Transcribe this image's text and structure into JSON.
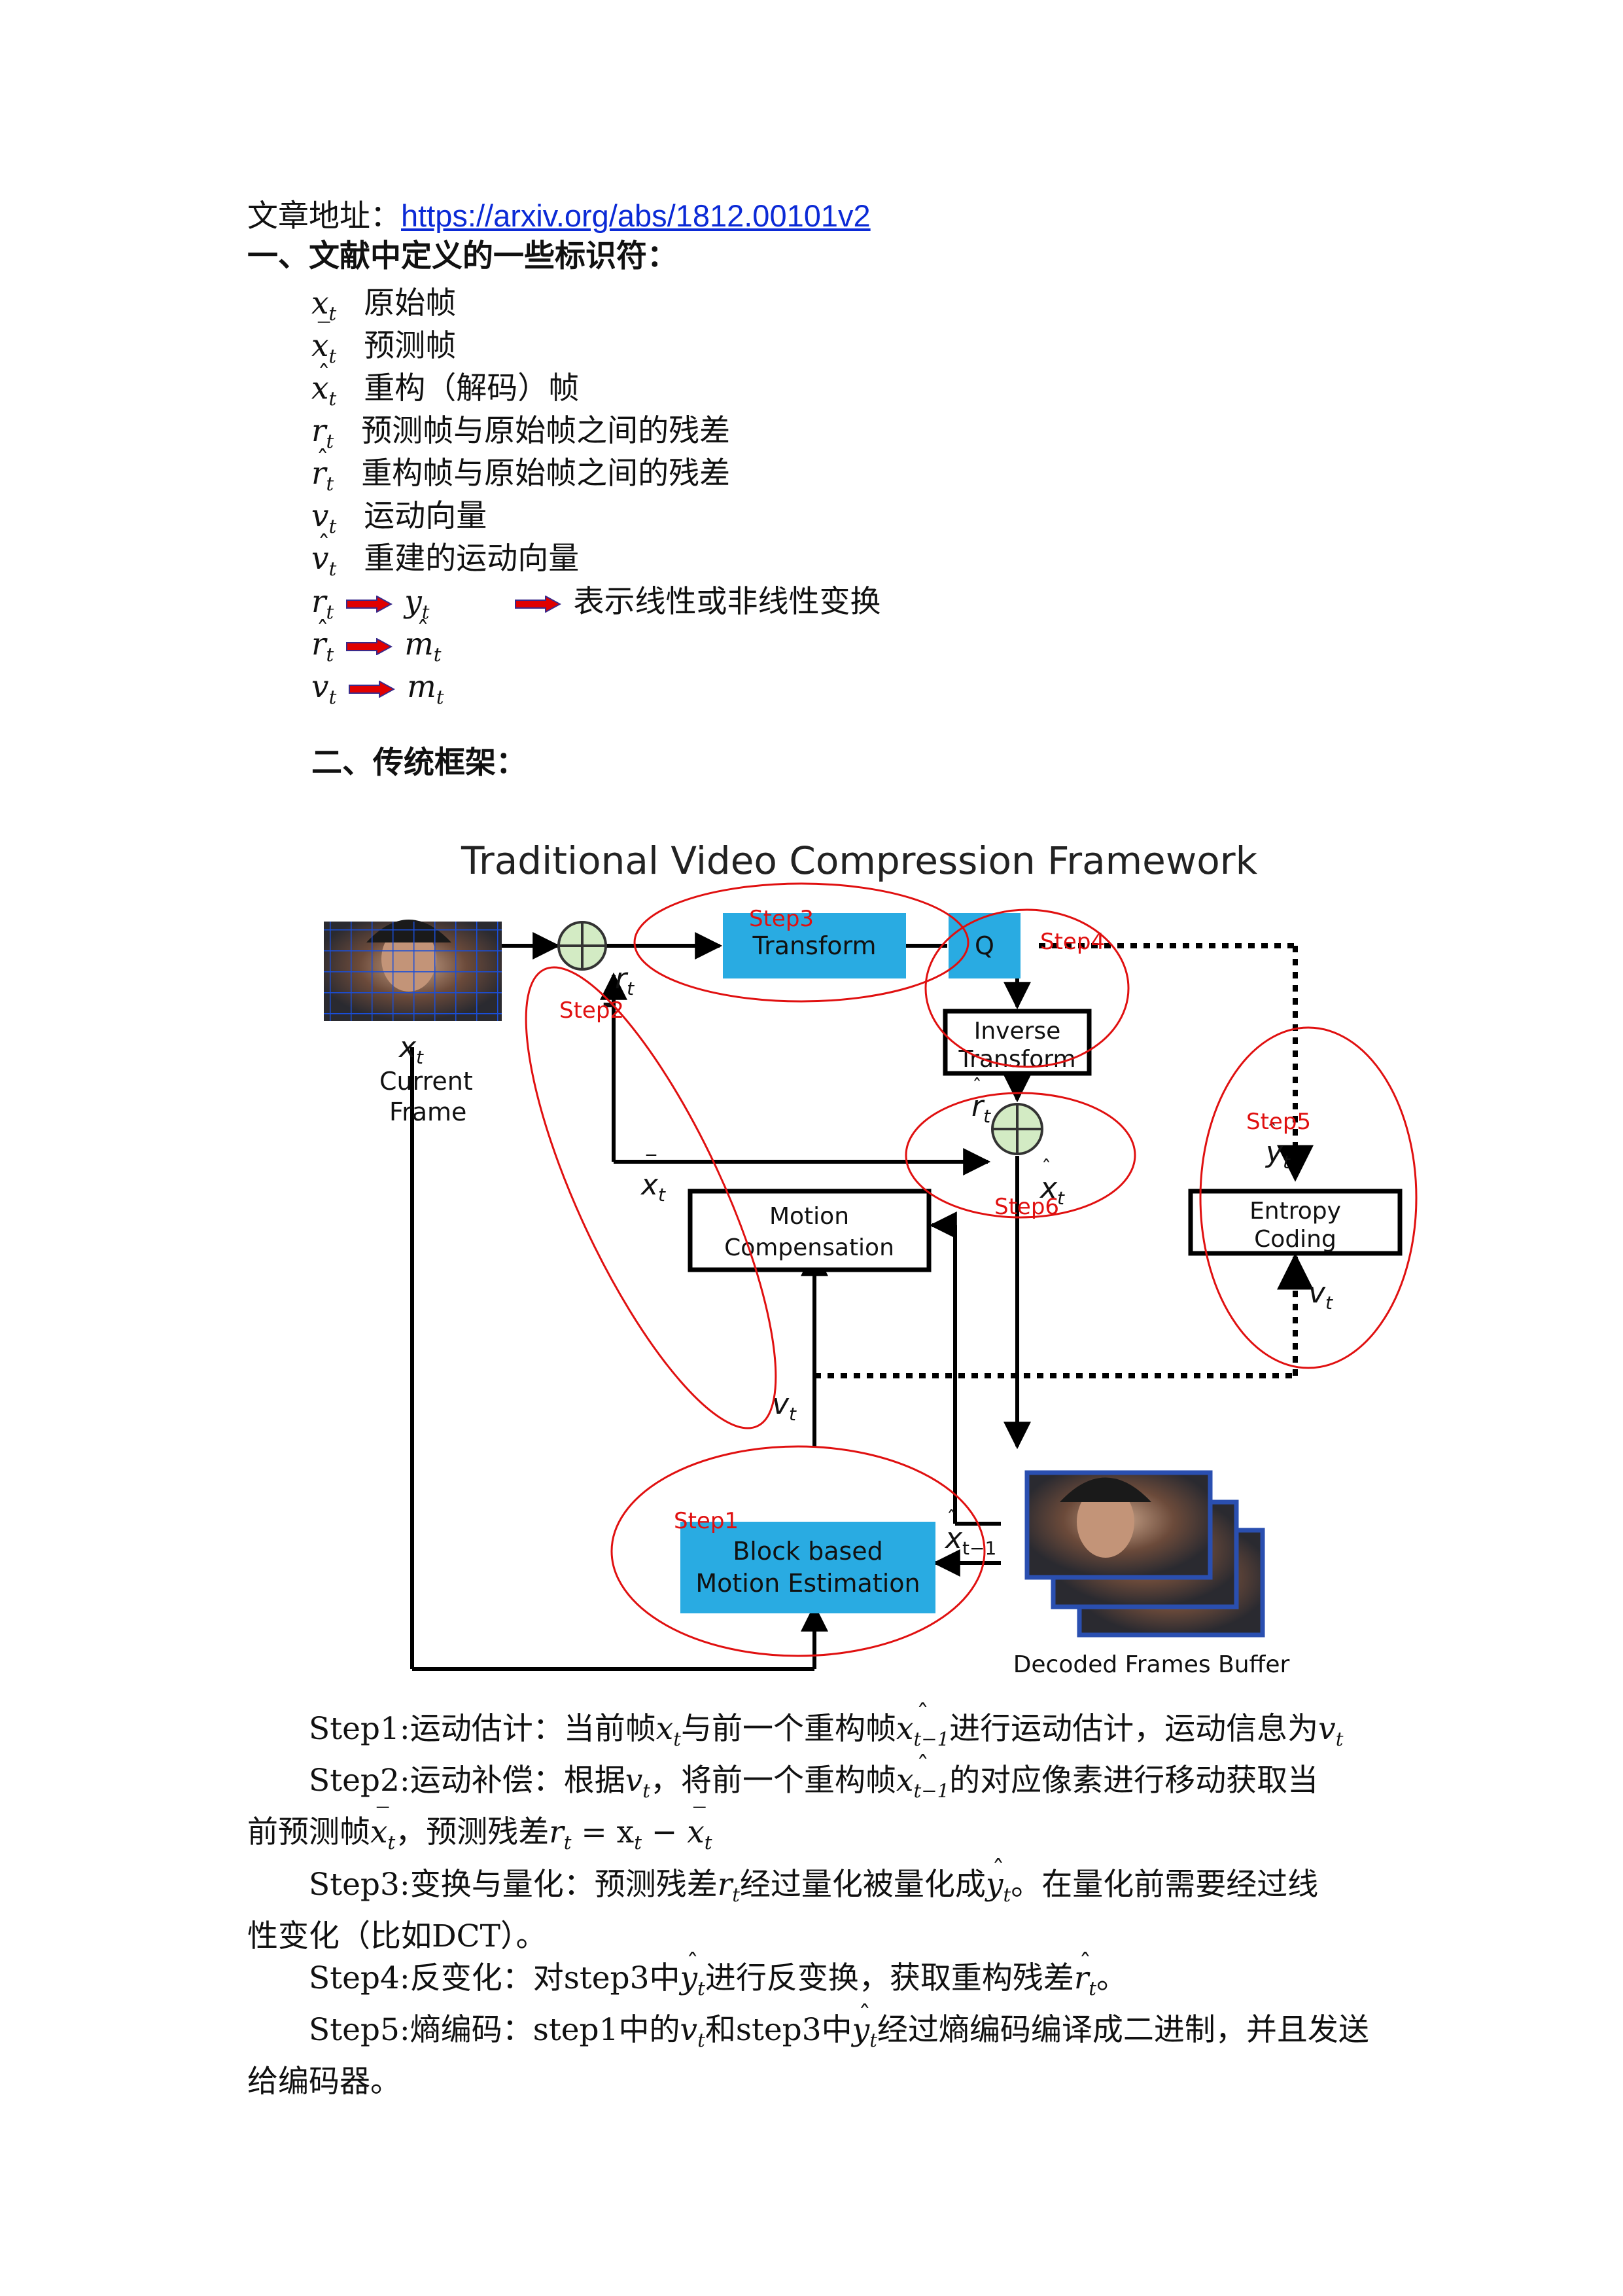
{
  "header": {
    "source_label": "文章地址：",
    "source_url": "https://arxiv.org/abs/1812.00101v2"
  },
  "section1": {
    "title": "一、文献中定义的一些标识符：",
    "symbols": [
      {
        "sym": "x",
        "sub": "t",
        "accent": "",
        "desc": "原始帧"
      },
      {
        "sym": "x",
        "sub": "t",
        "accent": "bar",
        "desc": "预测帧"
      },
      {
        "sym": "x",
        "sub": "t",
        "accent": "hat",
        "desc": "重构（解码）帧"
      },
      {
        "sym": "r",
        "sub": "t",
        "accent": "",
        "desc": "预测帧与原始帧之间的残差"
      },
      {
        "sym": "r",
        "sub": "t",
        "accent": "hat",
        "desc": "重构帧与原始帧之间的残差"
      },
      {
        "sym": "v",
        "sub": "t",
        "accent": "",
        "desc": "运动向量"
      },
      {
        "sym": "v",
        "sub": "t",
        "accent": "hat",
        "desc": "重建的运动向量"
      }
    ],
    "transforms": [
      {
        "from": "r",
        "from_accent": "",
        "to": "y",
        "to_accent": ""
      },
      {
        "from": "r",
        "from_accent": "hat",
        "to": "m",
        "to_accent": "hat"
      },
      {
        "from": "v",
        "from_accent": "",
        "to": "m",
        "to_accent": ""
      }
    ],
    "transform_note": "表示线性或非线性变换"
  },
  "section2": {
    "title": "二、传统框架："
  },
  "diagram": {
    "title": "Traditional Video Compression Framework",
    "blocks": {
      "transform": "Transform",
      "q": "Q",
      "inverse_transform": [
        "Inverse",
        "Transform"
      ],
      "motion_compensation": [
        "Motion",
        "Compensation"
      ],
      "entropy_coding": [
        "Entropy",
        "Coding"
      ],
      "motion_estimation": [
        "Block based",
        "Motion Estimation"
      ]
    },
    "labels": {
      "current_frame": [
        "Current",
        "Frame"
      ],
      "decoded_buffer": "Decoded Frames Buffer",
      "minus": "-"
    },
    "math_labels": {
      "x_t": "x",
      "r_t": "r",
      "xbar_t": "x",
      "rhat_t": "r",
      "yhat_t": "y",
      "xhat_t": "x",
      "v_t_right": "v",
      "v_t_center": "v",
      "xhat_tm1": "x",
      "sub_t": "t",
      "sub_tm1": "t−1"
    },
    "steps": [
      "Step1",
      "Step2",
      "Step3",
      "Step4",
      "Step5",
      "Step6"
    ],
    "colors": {
      "block_fill": "#29abe2",
      "circle": "#e01010",
      "step_text": "#e01010",
      "adder_fill": "#d3ebc4",
      "line": "#000000"
    }
  },
  "steps_text": [
    {
      "label": "Step1:运动估计：当前帧",
      "parts": [
        "与前一个重构帧",
        "进行运动估计，运动信息为"
      ]
    },
    {
      "label": "Step2:运动补偿：根据",
      "parts": [
        "，将前一个重构帧",
        "的对应像素进行移动获取当"
      ],
      "line2_prefix": "前预测帧",
      "line2_mid": "，预测残差",
      "line2_eq": "= x",
      "line2_minus": "−"
    },
    {
      "label": "Step3:变换与量化：预测残差",
      "parts": [
        "经过量化被量化成",
        "。在量化前需要经过线"
      ],
      "line2": "性变化（比如DCT）。"
    },
    {
      "label": "Step4:反变化：对step3中",
      "parts": [
        "进行反变换，获取重构残差",
        "。"
      ]
    },
    {
      "label": "Step5:熵编码：step1中的",
      "parts": [
        "和step3中",
        "经过熵编码编译成二进制，并且发送"
      ],
      "line2": "给编码器。"
    }
  ]
}
